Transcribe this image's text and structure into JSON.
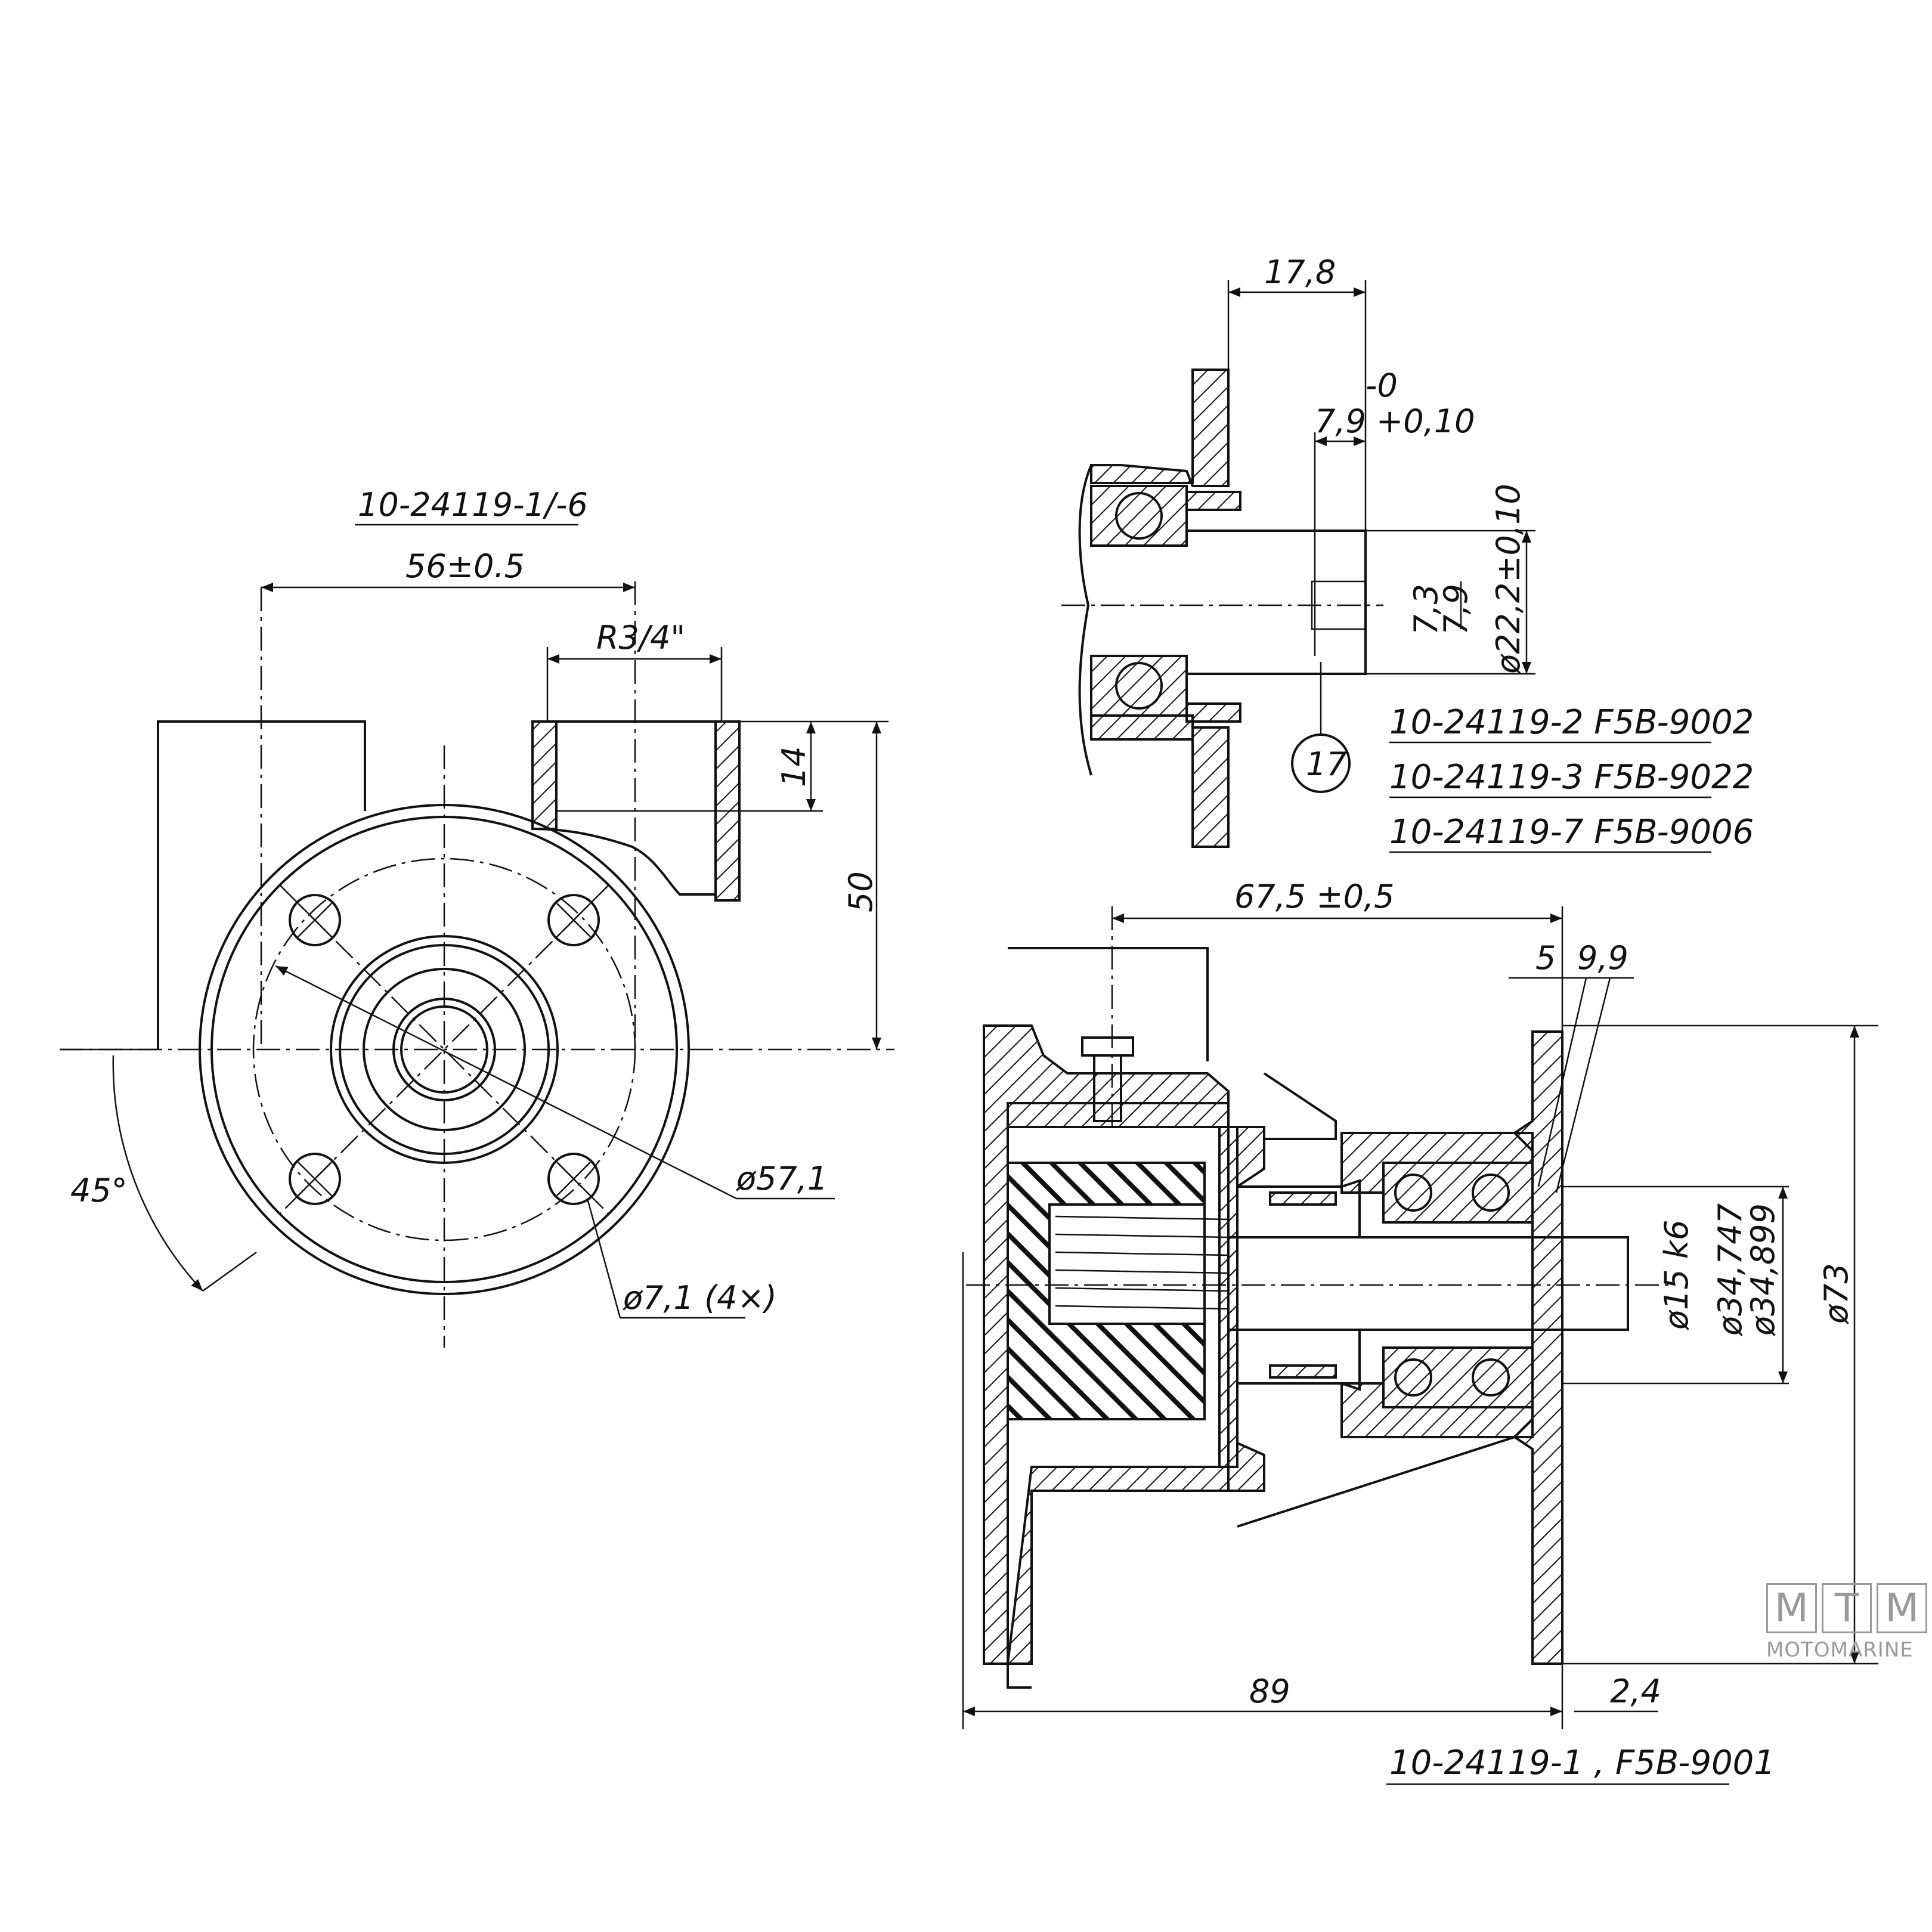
{
  "drawing": {
    "front_view": {
      "title": "10-24119-1/-6",
      "dim_center": "56±0.5",
      "dim_thread": "R3/4\"",
      "dim_14": "14",
      "dim_50": "50",
      "angle": "45°",
      "dim_bolt_circle": "ø57,1",
      "dim_holes": "ø7,1 (4×)"
    },
    "detail_view": {
      "dim_top": "17,8",
      "tol_upper": "-0",
      "dim_key": "7,9 +0,10",
      "dim_73": "7,3",
      "dim_79": "7,9",
      "dim_shaft": "ø22,2±0,10",
      "balloon": "17",
      "variants": [
        "10-24119-2  F5B-9002",
        "10-24119-3  F5B-9022",
        "10-24119-7  F5B-9006"
      ]
    },
    "section_view": {
      "dim_675": "67,5 ±0,5",
      "dim_5": "5",
      "dim_99": "9,9",
      "dim_shaft_k6": "ø15 k6",
      "dim_bearing_a": "ø34,747",
      "dim_bearing_b": "ø34,899",
      "dim_73": "ø73",
      "dim_89": "89",
      "dim_24": "2,4",
      "part_label": "10-24119-1 , F5B-9001"
    },
    "logo": {
      "letters": [
        "M",
        "T",
        "M"
      ],
      "text": "MOTOMARINE"
    }
  }
}
